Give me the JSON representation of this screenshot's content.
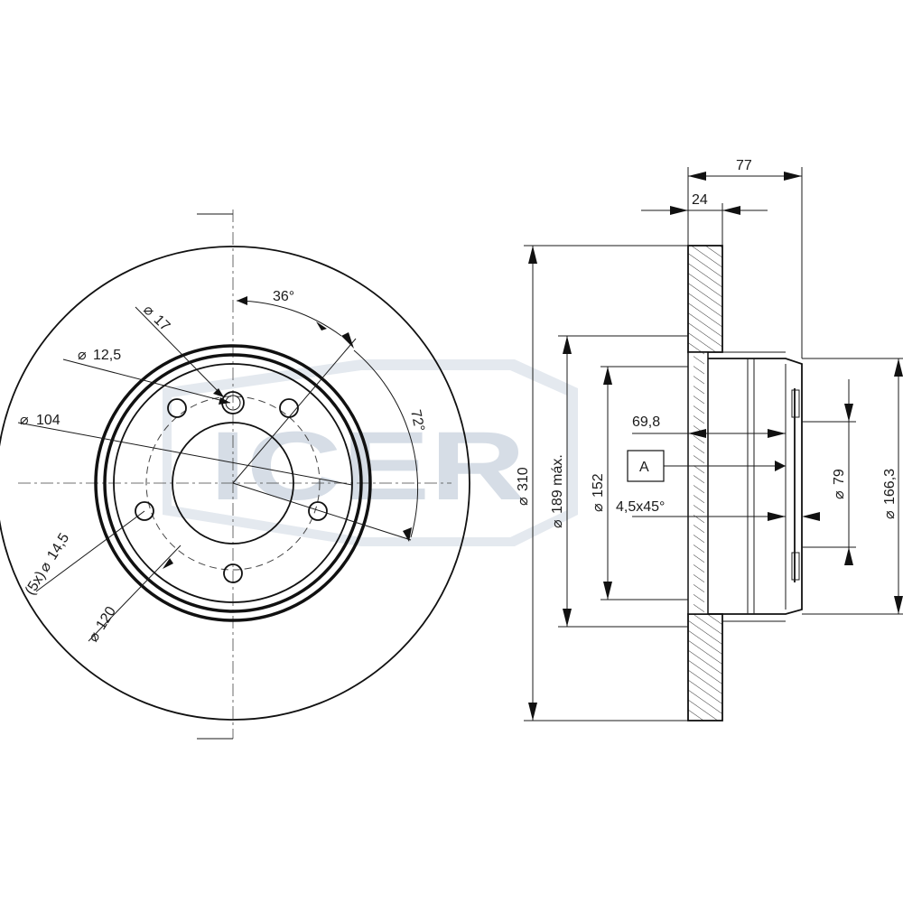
{
  "watermark": {
    "logo_text": "ICER",
    "logo_color": "#d6dde6"
  },
  "front_view": {
    "pcd_angle": "36°",
    "bolt_angle": "72°",
    "diameters": {
      "d17": "17",
      "d12_5": "12,5",
      "d104": "104",
      "d14_5": "14,5",
      "d120": "120",
      "bolt_count": "(5x)"
    }
  },
  "section_view": {
    "overall_height": "77",
    "disc_thickness": "24",
    "d310": "310",
    "d189": "189 máx.",
    "d152": "152",
    "d79": "79",
    "d166_3": "166,3",
    "hub_depth": "69,8",
    "datum": "A",
    "chamfer": "4,5x45°"
  },
  "symbols": {
    "diameter_symbol": "⌀"
  }
}
